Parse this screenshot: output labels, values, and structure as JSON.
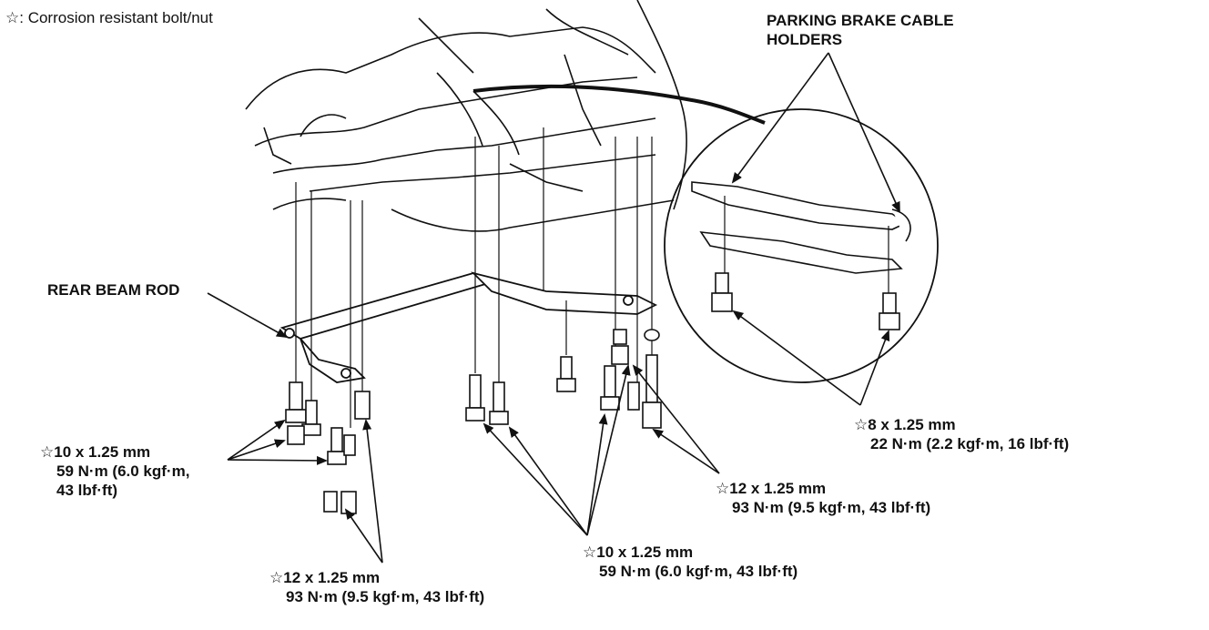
{
  "note": {
    "symbol": "☆",
    "text": ": Corrosion resistant bolt/nut"
  },
  "labels": {
    "parking_brake_line1": "PARKING BRAKE CABLE",
    "parking_brake_line2": "HOLDERS",
    "rear_beam_rod": "REAR BEAM ROD"
  },
  "specs": [
    {
      "id": "left-10",
      "symbol": "☆",
      "size": "10 x 1.25 mm",
      "torque_line1": "59 N·m (6.0 kgf·m,",
      "torque_line2": "43 lbf·ft)"
    },
    {
      "id": "left-12",
      "symbol": "☆",
      "size": "12 x 1.25 mm",
      "torque_line1": "93 N·m (9.5 kgf·m, 43 lbf·ft)"
    },
    {
      "id": "center-10",
      "symbol": "☆",
      "size": "10 x 1.25 mm",
      "torque_line1": "59 N·m (6.0 kgf·m, 43 lbf·ft)"
    },
    {
      "id": "right-12",
      "symbol": "☆",
      "size": "12 x 1.25 mm",
      "torque_line1": "93 N·m (9.5 kgf·m, 43 lbf·ft)"
    },
    {
      "id": "inset-8",
      "symbol": "☆",
      "size": "8 x 1.25 mm",
      "torque_line1": "22 N·m (2.2 kgf·m, 16 lbf·ft)"
    }
  ],
  "colors": {
    "ink": "#111111",
    "paper": "#ffffff"
  }
}
